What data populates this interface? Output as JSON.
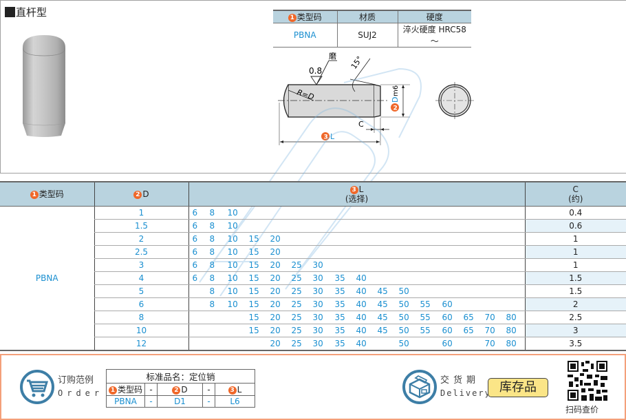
{
  "top": {
    "title": "直杆型",
    "spec_table": {
      "headers": [
        "类型码",
        "材质",
        "硬度"
      ],
      "header_badge": "1",
      "row": [
        "PBNA",
        "SUJ2",
        "淬火硬度 HRC58～"
      ]
    },
    "drawing": {
      "roughness_label": "磨",
      "roughness_value": "0.8",
      "angle_label": "15°",
      "radius_label": "R=D",
      "diameter_badge": "2",
      "diameter_label": "D",
      "diameter_tolerance": "m6",
      "chamfer_label": "C",
      "length_badge": "3",
      "length_label": "L"
    }
  },
  "main_table": {
    "headers": {
      "type": {
        "badge": "1",
        "label": "类型码"
      },
      "d": {
        "badge": "2",
        "label": "D"
      },
      "l": {
        "badge": "3",
        "label": "L",
        "sub": "(选择)"
      },
      "c": {
        "label": "C",
        "sub": "(约)"
      }
    },
    "type_value": "PBNA",
    "l_columns": [
      "6",
      "8",
      "10",
      "15",
      "20",
      "25",
      "30",
      "35",
      "40",
      "45",
      "50",
      "55",
      "60",
      "65",
      "70",
      "80"
    ],
    "rows": [
      {
        "d": "1",
        "l": [
          "6",
          "8",
          "10"
        ],
        "c": "0.4"
      },
      {
        "d": "1.5",
        "l": [
          "6",
          "8",
          "10"
        ],
        "c": "0.6"
      },
      {
        "d": "2",
        "l": [
          "6",
          "8",
          "10",
          "15",
          "20"
        ],
        "c": "1"
      },
      {
        "d": "2.5",
        "l": [
          "6",
          "8",
          "10",
          "15",
          "20"
        ],
        "c": "1"
      },
      {
        "d": "3",
        "l": [
          "6",
          "8",
          "10",
          "15",
          "20",
          "25",
          "30"
        ],
        "c": "1"
      },
      {
        "d": "4",
        "l": [
          "6",
          "8",
          "10",
          "15",
          "20",
          "25",
          "30",
          "35",
          "40"
        ],
        "c": "1.5"
      },
      {
        "d": "5",
        "l": [
          "8",
          "10",
          "15",
          "20",
          "25",
          "30",
          "35",
          "40",
          "45",
          "50"
        ],
        "c": "1.5"
      },
      {
        "d": "6",
        "l": [
          "8",
          "10",
          "15",
          "20",
          "25",
          "30",
          "35",
          "40",
          "45",
          "50",
          "55",
          "60"
        ],
        "c": "2"
      },
      {
        "d": "8",
        "l": [
          "15",
          "20",
          "25",
          "30",
          "35",
          "40",
          "45",
          "50",
          "55",
          "60",
          "65",
          "70",
          "80"
        ],
        "c": "2.5"
      },
      {
        "d": "10",
        "l": [
          "15",
          "20",
          "25",
          "30",
          "35",
          "40",
          "45",
          "50",
          "55",
          "60",
          "65",
          "70",
          "80"
        ],
        "c": "3"
      },
      {
        "d": "12",
        "l": [
          "20",
          "25",
          "30",
          "35",
          "40",
          "50",
          "60",
          "70",
          "80"
        ],
        "c": "3.5"
      }
    ]
  },
  "bottom": {
    "order": {
      "title_cn": "订购范例",
      "title_en": "Order",
      "table_title": "标准品名：定位销",
      "header": [
        {
          "badge": "1",
          "label": "类型码"
        },
        {
          "label": "-"
        },
        {
          "badge": "2",
          "label": "D"
        },
        {
          "label": "-"
        },
        {
          "badge": "3",
          "label": "L"
        }
      ],
      "values": [
        "PBNA",
        "-",
        "D1",
        "-",
        "L6"
      ]
    },
    "delivery": {
      "title_cn": "交货期",
      "title_en": "Delivery",
      "badge": "库存品"
    },
    "qr_label": "扫码查价"
  },
  "colors": {
    "header_bg": "#b9d3df",
    "value_blue": "#1a8fd0",
    "badge_orange": "#f0682a",
    "bottom_border": "#f4a07a",
    "stock_badge_bg": "#fbe587",
    "alt_row": "#e6f2f9"
  }
}
